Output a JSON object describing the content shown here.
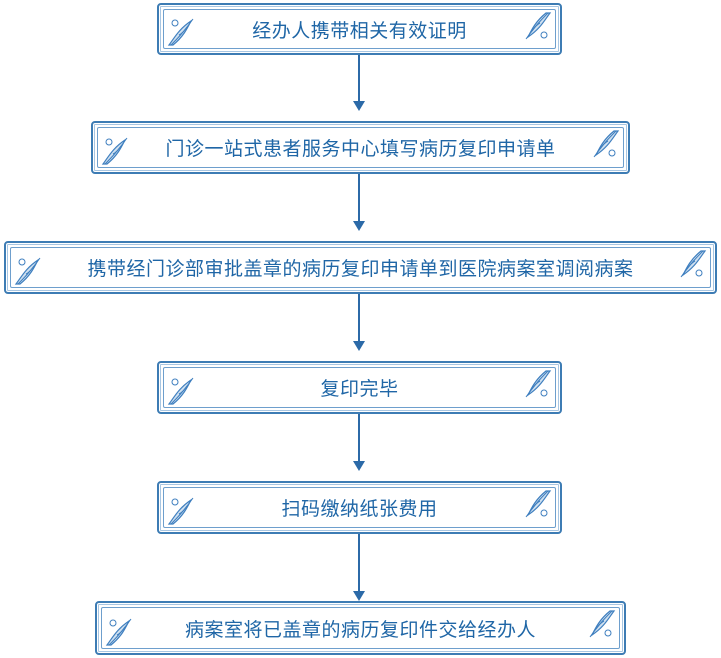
{
  "flowchart": {
    "steps": [
      "经办人携带相关有效证明",
      "门诊一站式患者服务中心填写病历复印申请单",
      "携带经门诊部审批盖章的病历复印申请单到医院病案室调阅病案",
      "复印完毕",
      "扫码缴纳纸张费用",
      "病案室将已盖章的病历复印件交给经办人"
    ]
  },
  "colors": {
    "border": "#3d7cb4",
    "text": "#1f66a6",
    "arrow": "#2c6aa8",
    "ornament": "#3f7fbf"
  },
  "icons": {
    "corner": "leaf-ornament-icon",
    "connector": "arrow-down-icon"
  }
}
